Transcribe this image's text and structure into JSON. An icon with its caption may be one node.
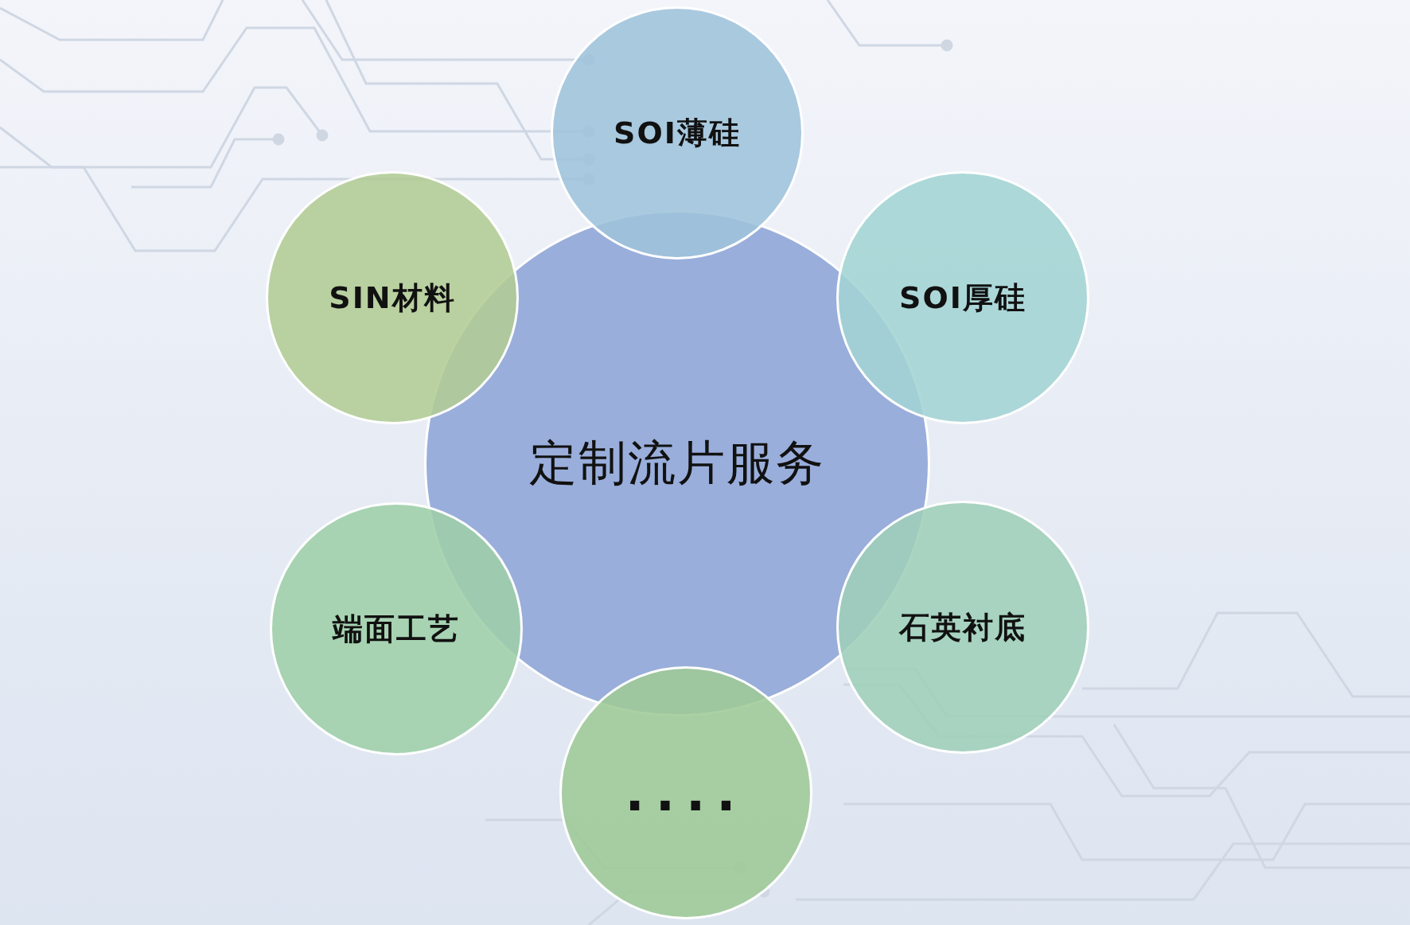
{
  "diagram": {
    "nodes": [
      {
        "text": [
          "定制流片服务"
        ]
      },
      {
        "text": [
          "SOI薄硅"
        ]
      },
      {
        "text": [
          "SIN材料"
        ]
      },
      {
        "text": [
          "SOI厚硅"
        ]
      },
      {
        "text": [
          "端面工艺"
        ]
      },
      {
        "text": [
          "石英衬底"
        ]
      },
      {
        "text": [
          "...."
        ]
      }
    ],
    "edges": []
  }
}
